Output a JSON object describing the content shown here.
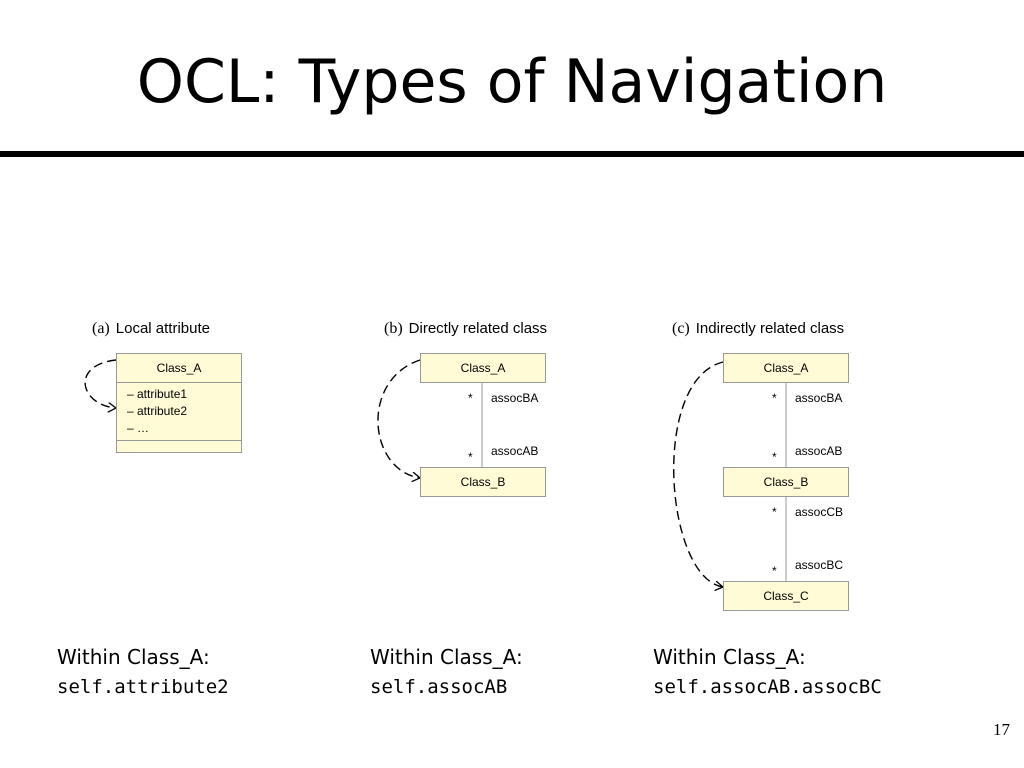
{
  "title": "OCL: Types of Navigation",
  "page_number": "17",
  "panels": [
    {
      "tag": "(a)",
      "caption": "Local attribute",
      "class_name": "Class_A",
      "attributes": [
        "–  attribute1",
        "–  attribute2",
        "–  …"
      ],
      "within": "Within Class_A:",
      "expression": "self.attribute2"
    },
    {
      "tag": "(b)",
      "caption": "Directly related class",
      "classes": [
        "Class_A",
        "Class_B"
      ],
      "links": [
        {
          "top_role": "assocBA",
          "bottom_role": "assocAB",
          "top_mult": "*",
          "bottom_mult": "*"
        }
      ],
      "within": "Within Class_A:",
      "expression": "self.assocAB"
    },
    {
      "tag": "(c)",
      "caption": "Indirectly related class",
      "classes": [
        "Class_A",
        "Class_B",
        "Class_C"
      ],
      "links": [
        {
          "top_role": "assocBA",
          "bottom_role": "assocAB",
          "top_mult": "*",
          "bottom_mult": "*"
        },
        {
          "top_role": "assocCB",
          "bottom_role": "assocBC",
          "top_mult": "*",
          "bottom_mult": "*"
        }
      ],
      "within": "Within Class_A:",
      "expression": "self.assocAB.assocBC"
    }
  ]
}
